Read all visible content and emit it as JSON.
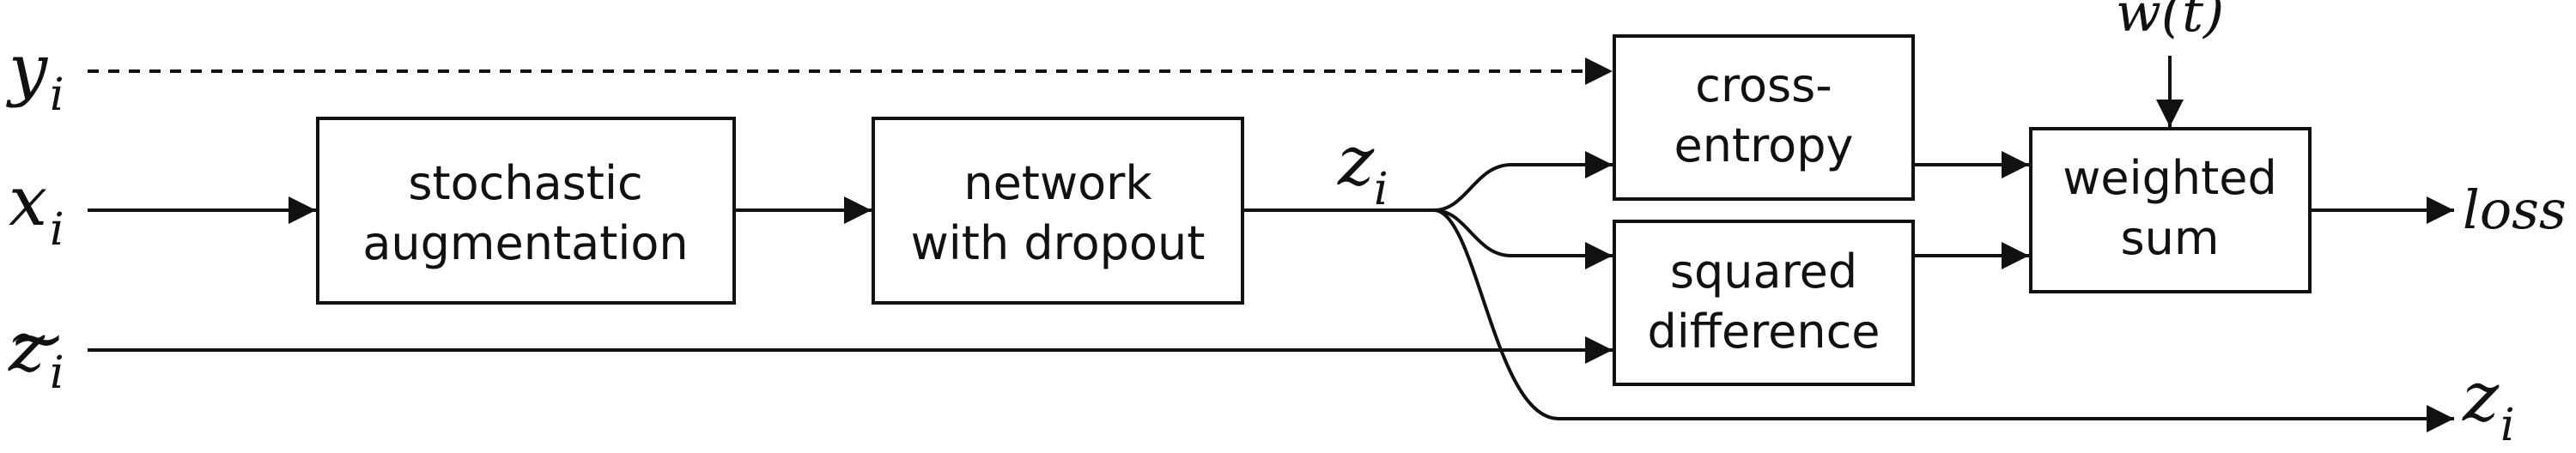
{
  "inputs": {
    "y": {
      "base": "y",
      "sub": "i"
    },
    "x": {
      "base": "x",
      "sub": "i"
    },
    "z_tilde": {
      "base": "z",
      "accent": "~",
      "sub": "i"
    }
  },
  "boxes": {
    "augmentation": {
      "line1": "stochastic",
      "line2": "augmentation"
    },
    "network": {
      "line1": "network",
      "line2": "with dropout"
    },
    "cross_entropy": {
      "line1": "cross-",
      "line2": "entropy"
    },
    "squared_difference": {
      "line1": "squared",
      "line2": "difference"
    },
    "weighted_sum": {
      "line1": "weighted",
      "line2": "sum"
    }
  },
  "network_output": {
    "base": "z",
    "sub": "i"
  },
  "weight": {
    "label": "w(t)"
  },
  "outputs": {
    "loss": "loss",
    "z": {
      "base": "z",
      "sub": "i"
    }
  },
  "colors": {
    "ink": "#111111",
    "background": "#ffffff"
  }
}
